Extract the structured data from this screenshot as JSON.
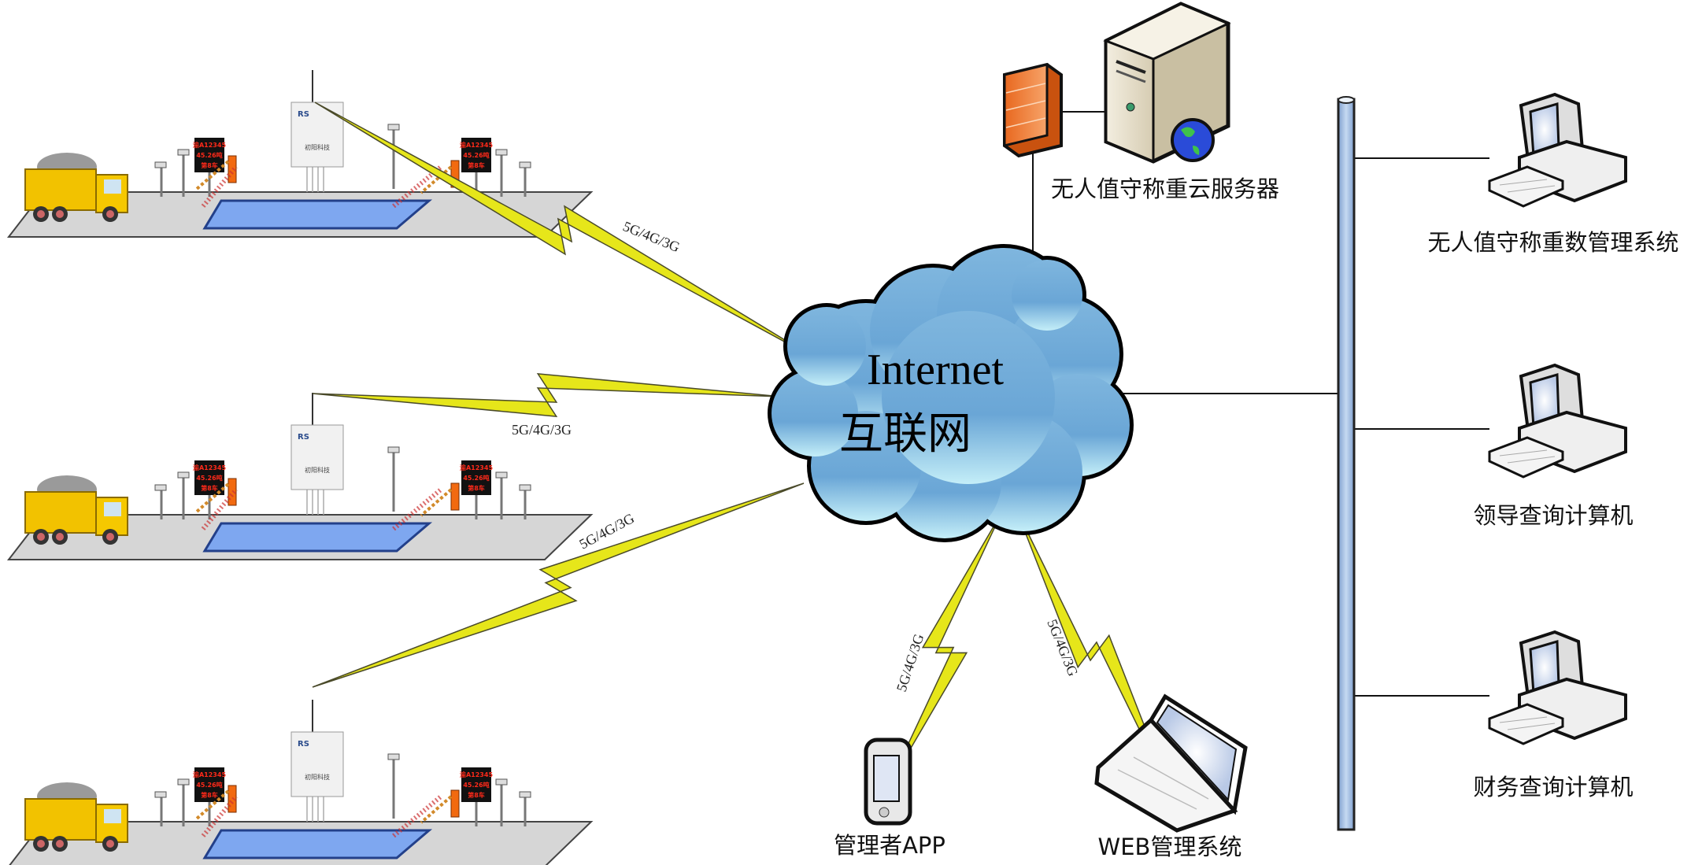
{
  "cloud": {
    "title_en": "Internet",
    "title_cn": "互联网"
  },
  "server": {
    "label": "无人值守称重云服务器"
  },
  "clients": [
    {
      "label": "无人值守称重数管理系统"
    },
    {
      "label": "领导查询计算机"
    },
    {
      "label": "财务查询计算机"
    }
  ],
  "mobile": {
    "label": "管理者APP"
  },
  "web": {
    "label": "WEB管理系统"
  },
  "links": [
    "5G/4G/3G",
    "5G/4G/3G",
    "5G/4G/3G",
    "5G/4G/3G",
    "5G/4G/3G"
  ],
  "site": {
    "cabinet_brand": "RS",
    "cabinet_maker": "初阳科技",
    "led_plate": "渝A12345",
    "led_weight": "45.26吨",
    "led_count": "第8车"
  },
  "colors": {
    "bolt": "#e6e61a",
    "cloud_light": "#bfe9f5",
    "cloud_dark": "#5b9fd0",
    "bus": "#9cbde0",
    "platform": "#7ea7f0"
  }
}
